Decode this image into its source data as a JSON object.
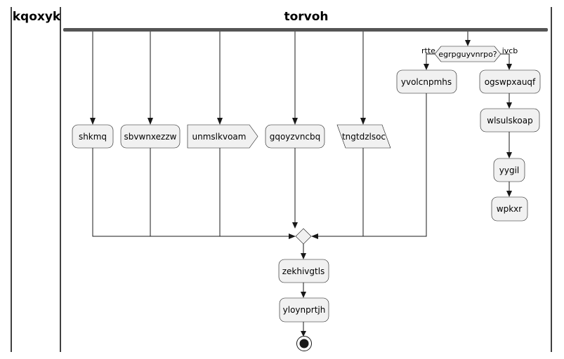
{
  "lanes": {
    "left": "kqoxyk",
    "right": "torvoh"
  },
  "nodes": {
    "shkmq": "shkmq",
    "sbvwnxezzw": "sbvwnxezzw",
    "unmslkvoam": "unmslkvoam",
    "gqoyzvncbq": "gqoyzvncbq",
    "tngtdzlsoc": "tngtdzlsoc",
    "yvolcnpmhs": "yvolcnpmhs",
    "ogswpxauqf": "ogswpxauqf",
    "wlsulskoap": "wlsulskoap",
    "yygil": "yygil",
    "wpkxr": "wpkxr",
    "zekhivgtls": "zekhivgtls",
    "yloynprtjh": "yloynprtjh"
  },
  "decision": {
    "question": "egrpguyvnrpo?",
    "left_branch": "rtte",
    "right_branch": "ivcb"
  }
}
